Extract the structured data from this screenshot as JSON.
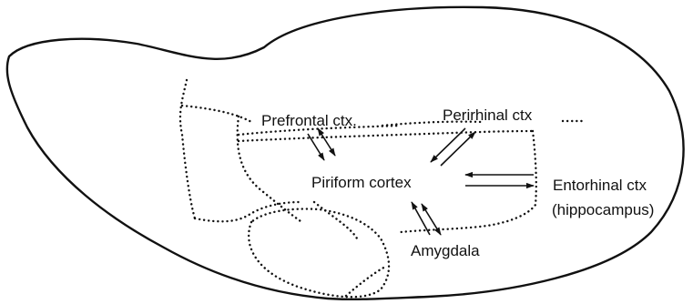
{
  "labels": {
    "prefrontal": "Prefrontal ctx.",
    "perirhinal": "Perirhinal ctx",
    "piriform": "Piriform cortex",
    "entorhinal": "Entorhinal ctx",
    "hippocampus": "(hippocampus)",
    "amygdala": "Amygdala"
  },
  "colors": {
    "ink": "#111111",
    "background": "#ffffff"
  }
}
